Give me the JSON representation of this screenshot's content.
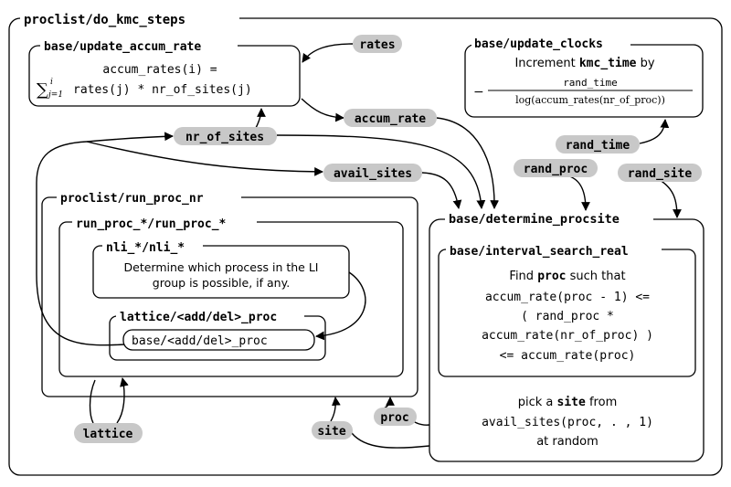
{
  "outer": {
    "title": "proclist/do_kmc_steps"
  },
  "update_accum_rate": {
    "title": "base/update_accum_rate",
    "line1": "accum_rates(i) =",
    "sum_sym": "∑",
    "sum_sup": "i",
    "sum_sub": "j=1",
    "line2": "rates(j) * nr_of_sites(j)"
  },
  "update_clocks": {
    "title": "base/update_clocks",
    "line1_pre": "Increment ",
    "line1_code": "kmc_time",
    "line1_post": " by",
    "minus": "−",
    "numerator": "rand_time",
    "denominator": "log(accum_rates(nr_of_proc))"
  },
  "run_proc_nr": {
    "title": "proclist/run_proc_nr"
  },
  "run_proc_star": {
    "title": "run_proc_*/run_proc_*"
  },
  "nli": {
    "title": "nli_*/nli_*",
    "line1": "Determine which process in the LI",
    "line2": "group is possible, if any."
  },
  "lattice_proc": {
    "title": "lattice/<add/del>_proc"
  },
  "base_proc": {
    "title": "base/<add/del>_proc"
  },
  "determine_procsite": {
    "title": "base/determine_procsite",
    "pick_pre": "pick a ",
    "pick_code": "site",
    "pick_post": " from",
    "avail_call": "avail_sites(proc, . , 1)",
    "at_random": "at random"
  },
  "interval_search": {
    "title": "base/interval_search_real",
    "find_pre": "Find ",
    "find_code": "proc",
    "find_post": " such that",
    "l2": "accum_rate(proc - 1) <=",
    "l3": "( rand_proc *",
    "l4": "accum_rate(nr_of_proc) )",
    "l5": "<= accum_rate(proc)"
  },
  "pills": {
    "rates": "rates",
    "accum_rate": "accum_rate",
    "nr_of_sites": "nr_of_sites",
    "avail_sites": "avail_sites",
    "rand_time": "rand_time",
    "rand_proc": "rand_proc",
    "rand_site": "rand_site",
    "lattice": "lattice",
    "site": "site",
    "proc": "proc"
  }
}
